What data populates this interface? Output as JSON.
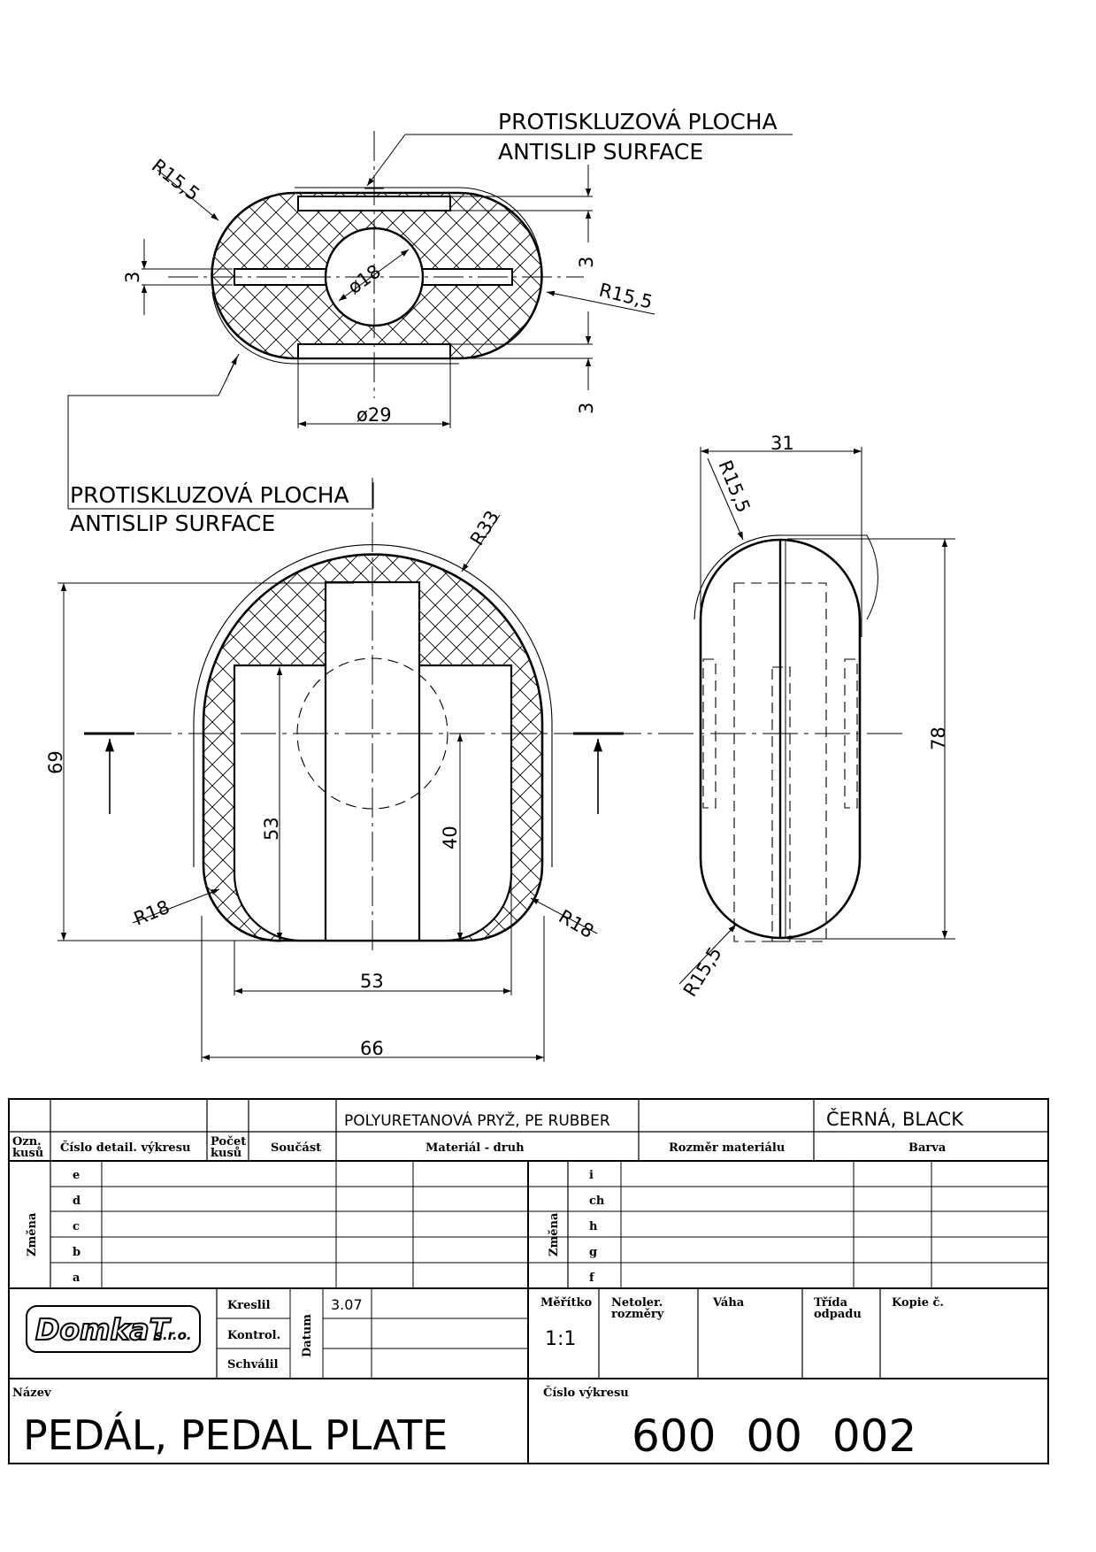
{
  "notes": {
    "top_line1": "PROTISKLUZOVÁ PLOCHA",
    "top_line2": "ANTISLIP SURFACE",
    "left_line1": "PROTISKLUZOVÁ PLOCHA",
    "left_line2": "ANTISLIP SURFACE"
  },
  "dims": {
    "top_r_left": "R15,5",
    "top_r_right": "R15,5",
    "top_slot_left": "3",
    "top_slot_right": "3",
    "top_slot_bottom": "3",
    "top_hole": "ø18",
    "top_width": "ø29",
    "front_r_top": "R33",
    "front_height": "69",
    "front_inner_h": "53",
    "front_center_h": "40",
    "front_r_bl": "R18",
    "front_r_br": "R18",
    "front_inner_w": "53",
    "front_width": "66",
    "side_width": "31",
    "side_height": "78",
    "side_r_top": "R15,5",
    "side_r_bottom": "R15,5"
  },
  "title_block": {
    "material": "POLYURETANOVÁ PRYŽ, PE RUBBER",
    "color": "ČERNÁ, BLACK",
    "h_ozn": "Ozn.",
    "h_kusu": "kusů",
    "h_cislo": "Číslo detail. výkresu",
    "h_pocet": "Počet",
    "h_pocet2": "kusů",
    "h_soucast": "Součást",
    "h_material": "Materiál - druh",
    "h_rozmer": "Rozměr materiálu",
    "h_barva": "Barva",
    "zmena": "Změna",
    "rev_left": [
      "e",
      "d",
      "c",
      "b",
      "a"
    ],
    "rev_right": [
      "i",
      "ch",
      "h",
      "g",
      "f"
    ],
    "logo_main": "DomkaT",
    "logo_suffix": "s.r.o.",
    "kreslil": "Kreslil",
    "kontrol": "Kontrol.",
    "schvalil": "Schválil",
    "datum": "Datum",
    "date_value": "3.07",
    "meritko": "Měřítko",
    "scale_value": "1:1",
    "netoler": "Netoler.",
    "rozmery": "rozměry",
    "vaha": "Váha",
    "trida": "Třída",
    "odpadu": "odpadu",
    "kopie": "Kopie č.",
    "nazev": "Název",
    "title": "PEDÁL, PEDAL PLATE",
    "cislo_vykresu": "Číslo výkresu",
    "drawing_number": "600 00 002"
  }
}
